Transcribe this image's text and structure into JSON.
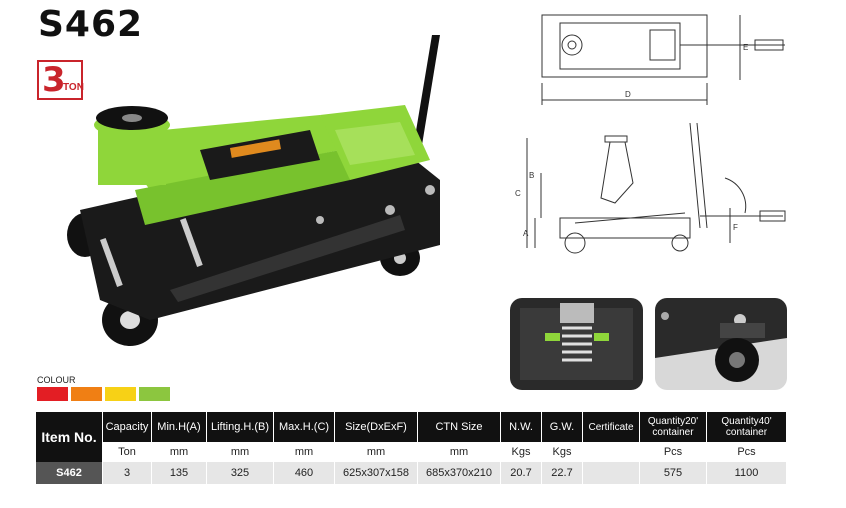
{
  "title": "S462",
  "badge": {
    "number": "3",
    "unit": "TON"
  },
  "colour_section": {
    "label": "COLOUR",
    "swatches": [
      "#e31e24",
      "#f07f14",
      "#f7d116",
      "#8cc63f"
    ]
  },
  "diagram_labels": {
    "top": {
      "D": "D",
      "E": "E"
    },
    "side": {
      "A": "A",
      "B": "B",
      "C": "C",
      "F": "F"
    }
  },
  "table": {
    "header_item": "Item No.",
    "columns": [
      "Capacity",
      "Min.H(A)",
      "Lifting.H.(B)",
      "Max.H.(C)",
      "Size(DxExF)",
      "CTN Size",
      "N.W.",
      "G.W.",
      "Certificate",
      "Quantity20' container",
      "Quantity40' container"
    ],
    "units": [
      "Ton",
      "mm",
      "mm",
      "mm",
      "mm",
      "mm",
      "Kgs",
      "Kgs",
      "",
      "Pcs",
      "Pcs"
    ],
    "row": {
      "item": "S462",
      "values": [
        "3",
        "135",
        "325",
        "460",
        "625x307x158",
        "685x370x210",
        "20.7",
        "22.7",
        "",
        "575",
        "1100"
      ]
    }
  },
  "colors": {
    "jack_green": "#8fd63a",
    "frame_black": "#1a1a1a",
    "badge_red": "#c9242b"
  }
}
